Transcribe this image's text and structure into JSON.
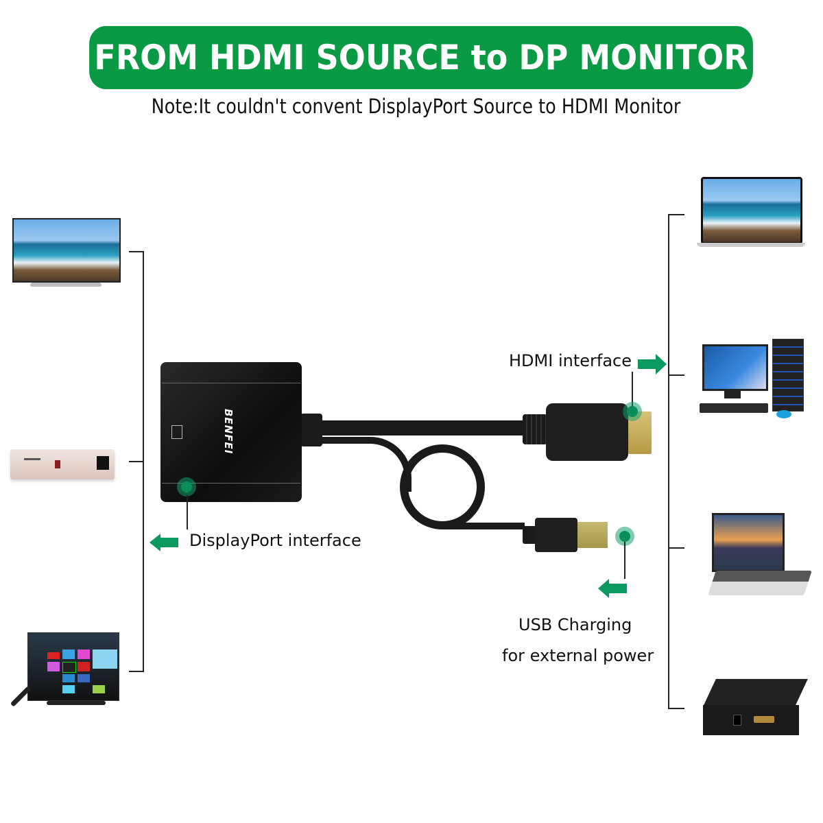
{
  "header": {
    "title": "FROM HDMI SOURCE to DP MONITOR",
    "note": "Note:It couldn't convent DisplayPort Source to HDMI Monitor",
    "title_bg_color": "#0a9a44",
    "accent_color": "#0a8f5a"
  },
  "adapter": {
    "brand": "BENFEI",
    "labels": {
      "displayport": "DisplayPort interface",
      "hdmi": "HDMI interface",
      "usb_line1": "USB Charging",
      "usb_line2": "for external power"
    }
  },
  "left_devices": [
    {
      "name": "TV"
    },
    {
      "name": "Projector"
    },
    {
      "name": "Smart TV (curved)"
    }
  ],
  "right_devices": [
    {
      "name": "Laptop (MacBook)"
    },
    {
      "name": "Desktop PC"
    },
    {
      "name": "Laptop"
    },
    {
      "name": "HDMI Splitter"
    }
  ],
  "icons": {
    "dp_arrow": "arrow-left-icon",
    "hdmi_arrow": "arrow-right-icon",
    "usb_arrow": "arrow-left-icon"
  }
}
